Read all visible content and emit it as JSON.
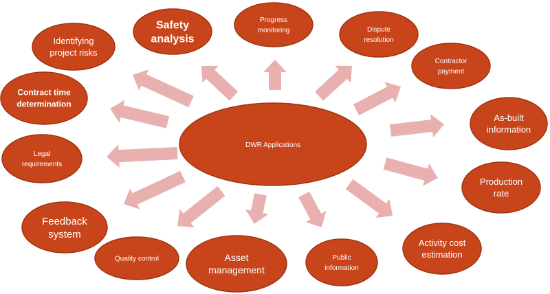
{
  "diagram": {
    "colors": {
      "node_fill": "#C8451B",
      "node_stroke": "#9E3312",
      "arrow": "#E8B1AF",
      "text": "#ffffff"
    },
    "center": {
      "label": "DWR Applications"
    },
    "nodes": [
      {
        "key": "safety",
        "lines": [
          "Safety",
          "analysis"
        ]
      },
      {
        "key": "progress",
        "lines": [
          "Progress",
          "monitoring"
        ]
      },
      {
        "key": "dispute",
        "lines": [
          "Dispute",
          "resolution"
        ]
      },
      {
        "key": "contractor",
        "lines": [
          "Contractor",
          "payment"
        ]
      },
      {
        "key": "asbuilt",
        "lines": [
          "As-built",
          "information"
        ]
      },
      {
        "key": "production",
        "lines": [
          "Production",
          "rate"
        ]
      },
      {
        "key": "activity",
        "lines": [
          "Activity cost",
          "estimation"
        ]
      },
      {
        "key": "public",
        "lines": [
          "Public",
          "information"
        ]
      },
      {
        "key": "asset",
        "lines": [
          "Asset",
          "management"
        ]
      },
      {
        "key": "quality",
        "lines": [
          "Quality control"
        ]
      },
      {
        "key": "feedback",
        "lines": [
          "Feedback",
          "system"
        ]
      },
      {
        "key": "legal",
        "lines": [
          "Legal",
          "requirements"
        ]
      },
      {
        "key": "contract",
        "lines": [
          "Contract time",
          "determination"
        ]
      },
      {
        "key": "risks",
        "lines": [
          "Identifying",
          "project risks"
        ]
      }
    ]
  }
}
